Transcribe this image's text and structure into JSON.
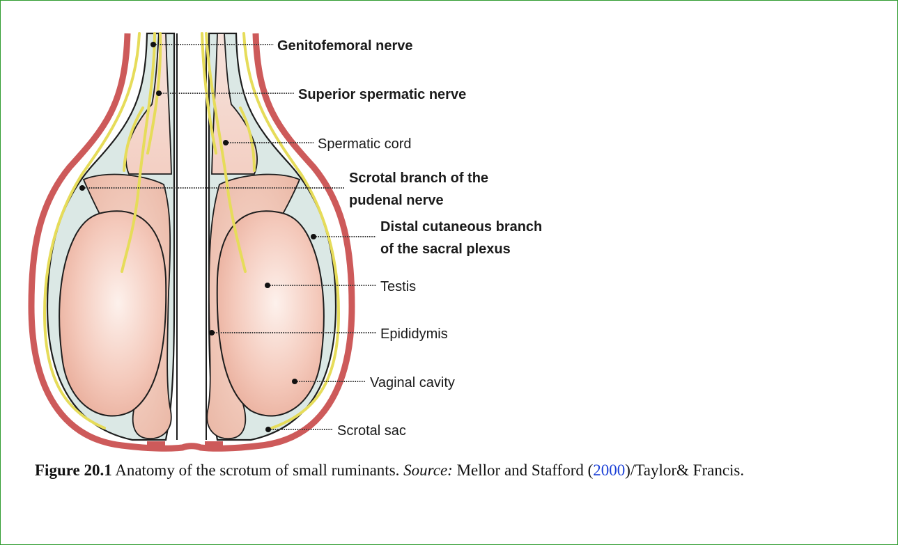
{
  "labels": {
    "genitofemoral": "Genitofemoral nerve",
    "superior_spermatic": "Superior spermatic nerve",
    "spermatic_cord": "Spermatic cord",
    "scrotal_branch_l1": "Scrotal branch of the",
    "scrotal_branch_l2": "pudenal nerve",
    "distal_cutaneous_l1": "Distal cutaneous branch",
    "distal_cutaneous_l2": "of the sacral plexus",
    "testis": "Testis",
    "epididymis": "Epididymis",
    "vaginal_cavity": "Vaginal cavity",
    "scrotal_sac": "Scrotal sac"
  },
  "caption": {
    "figure_number": "Figure 20.1",
    "text": " Anatomy of the scrotum of small ruminants. ",
    "source_label": "Source:",
    "source_authors": " Mellor and Stafford (",
    "year_link": "2000",
    "publisher": ")/Taylor& Francis."
  },
  "colors": {
    "frame": "#2e9b2e",
    "scrotal_wall": "#cd5a5a",
    "nerve": "#e6dc5a",
    "tunic": "#dbe8e5",
    "testis": "#f2c3b3",
    "link": "#1a3fd6"
  }
}
